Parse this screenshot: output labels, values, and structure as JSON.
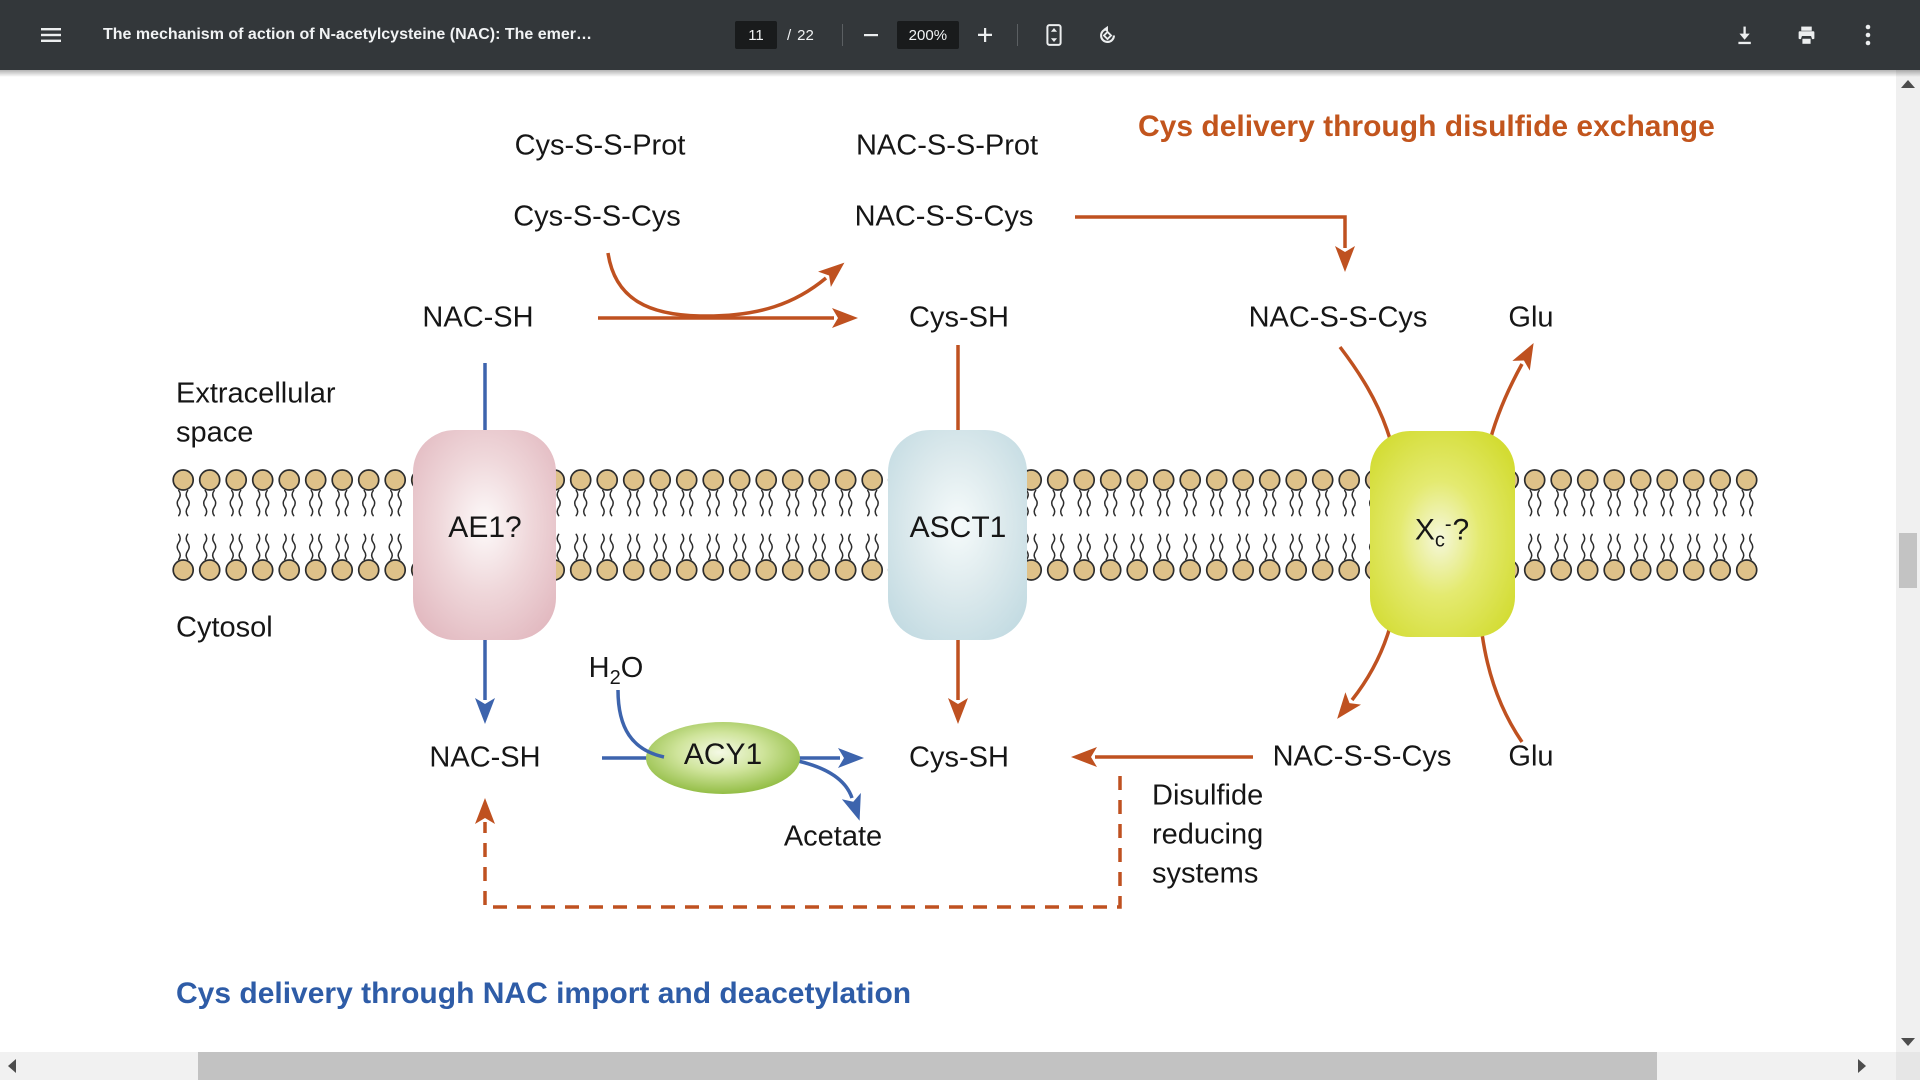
{
  "toolbar": {
    "title": "The mechanism of action of N-acetylcysteine (NAC): The emer…",
    "page_input": "11",
    "page_divider": "/",
    "page_count": "22",
    "zoom_value": "200%",
    "icons": {
      "menu": "hamburger-icon",
      "zoom_out": "minus-icon",
      "zoom_in": "plus-icon",
      "fit_page": "fit-to-page-icon",
      "rotate": "rotate-ccw-icon",
      "download": "download-icon",
      "print": "print-icon",
      "more": "kebab-menu-icon"
    }
  },
  "figure": {
    "heading_top": "Cys delivery through disulfide exchange",
    "heading_bottom": "Cys delivery through NAC import and deacetylation",
    "compartments": {
      "extracellular_line1": "Extracellular",
      "extracellular_line2": "space",
      "cytosol": "Cytosol"
    },
    "top_row": {
      "cys_ss_prot": "Cys-S-S-Prot",
      "nac_ss_prot": "NAC-S-S-Prot",
      "cys_ss_cys": "Cys-S-S-Cys",
      "nac_ss_cys": "NAC-S-S-Cys",
      "nac_sh": "NAC-SH",
      "cys_sh": "Cys-SH",
      "nac_ss_cys_right": "NAC-S-S-Cys",
      "glu": "Glu"
    },
    "transporters": {
      "ae1": "AE1?",
      "asct1": "ASCT1",
      "xc": {
        "base": "X",
        "sub": "c",
        "sup": "-",
        "suffix": "?"
      }
    },
    "bottom_row": {
      "nac_sh": "NAC-SH",
      "h2o": {
        "base": "H",
        "sub": "2",
        "rest": "O"
      },
      "acy1": "ACY1",
      "acetate": "Acetate",
      "cys_sh": "Cys-SH",
      "nac_ss_cys": "NAC-S-S-Cys",
      "glu": "Glu"
    },
    "note": {
      "line1": "Disulfide",
      "line2": "reducing",
      "line3": "systems"
    },
    "colors": {
      "arrow_rust": "#bf5120",
      "arrow_blue": "#3d64ad",
      "heading_top": "#c2551d",
      "heading_bottom": "#2e5ca7",
      "ae1_fill": "#e2b9c0",
      "asct1_fill": "#c3dbe2",
      "xc_fill": "#d3dc33",
      "acy1_fill": "#8bb83a",
      "lipid_head": "#dec189",
      "toolbar_bg": "#33373a"
    }
  }
}
